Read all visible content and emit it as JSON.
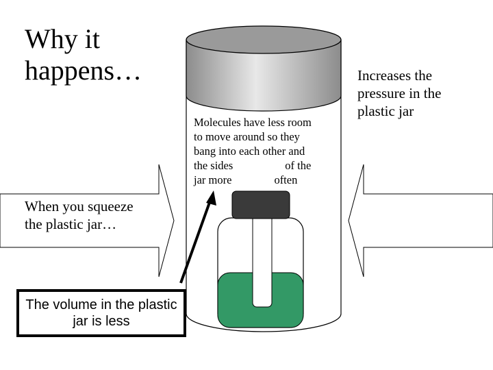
{
  "title": "Why it happens…",
  "left_caption": "When you squeeze the plastic jar…",
  "right_caption": "Increases the pressure in the plastic jar",
  "callout": {
    "text": "The volume in the plastic jar is less"
  },
  "molecule_note": {
    "line1": "Molecules have less room",
    "line2": "to move around so they",
    "line3": "bang into each other and",
    "line4a": "the sides",
    "line4b": "of the",
    "line5a": "jar more",
    "line5b": "often"
  },
  "colors": {
    "liquid": "#339966",
    "cap": "#3a3a3a",
    "lid_top": "#9a9a9a"
  },
  "icons": {
    "left_arrow": "squeeze-arrow-right",
    "right_arrow": "squeeze-arrow-left"
  }
}
